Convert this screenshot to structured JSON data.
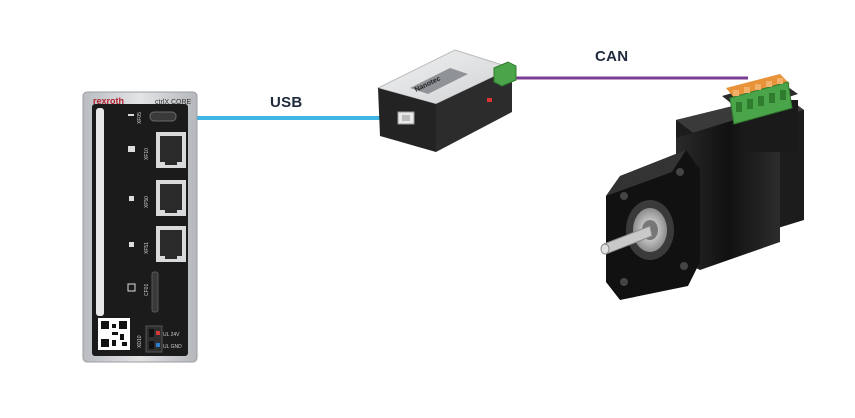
{
  "connections": {
    "usb": {
      "label": "USB",
      "color": "#3fb6e3"
    },
    "can": {
      "label": "CAN",
      "color": "#7a3d91"
    }
  },
  "controller": {
    "brand": "rexroth",
    "model": "ctrlX CORE",
    "ports": [
      "XF05",
      "XF10",
      "XF50",
      "XF51",
      "CF01"
    ],
    "power_labels": [
      "XD10",
      "UL 24V",
      "UL GND"
    ]
  },
  "adapter": {
    "brand": "Nanotec"
  },
  "colors": {
    "device_body": "#1e1e1e",
    "panel": "#c7c9cc",
    "connector_green": "#4aa54a",
    "connector_orange": "#e8933a"
  }
}
